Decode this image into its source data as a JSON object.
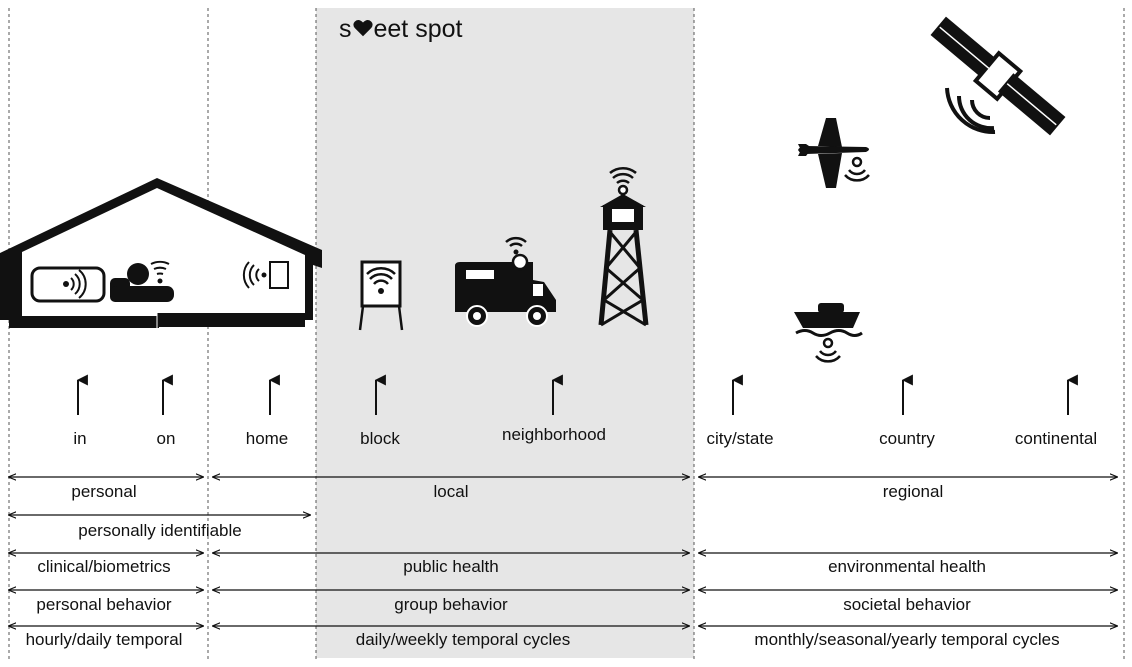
{
  "title": {
    "prefix": "s",
    "suffix": "eet spot",
    "icon": "heart-icon"
  },
  "colors": {
    "shade": "#e6e6e6",
    "ink": "#111111",
    "guide": "#555555"
  },
  "scale_labels": {
    "in": "in",
    "on": "on",
    "home": "home",
    "block": "block",
    "neighborhood": "neighborhood",
    "city_state": "city/state",
    "country": "country",
    "continental": "continental"
  },
  "icons": {
    "house": "house-icon",
    "wearable": "wearable-sensor-icon",
    "bed": "patient-in-bed-icon",
    "wall_sensor": "wall-sensor-icon",
    "sign": "street-sign-sensor-icon",
    "rv": "mobile-van-sensor-icon",
    "tower": "tower-sensor-icon",
    "airplane": "airplane-sensor-icon",
    "satellite": "satellite-icon",
    "boat": "boat-sensor-icon"
  },
  "rows": {
    "scale": {
      "personal": "personal",
      "local": "local",
      "regional": "regional"
    },
    "identifiable": "personally identifiable",
    "health": {
      "clinical": "clinical/biometrics",
      "public": "public health",
      "environmental": "environmental health"
    },
    "behavior": {
      "personal": "personal behavior",
      "group": "group behavior",
      "societal": "societal behavior"
    },
    "temporal": {
      "hourly": "hourly/daily temporal",
      "daily": "daily/weekly temporal cycles",
      "monthly": "monthly/seasonal/yearly temporal cycles"
    }
  }
}
